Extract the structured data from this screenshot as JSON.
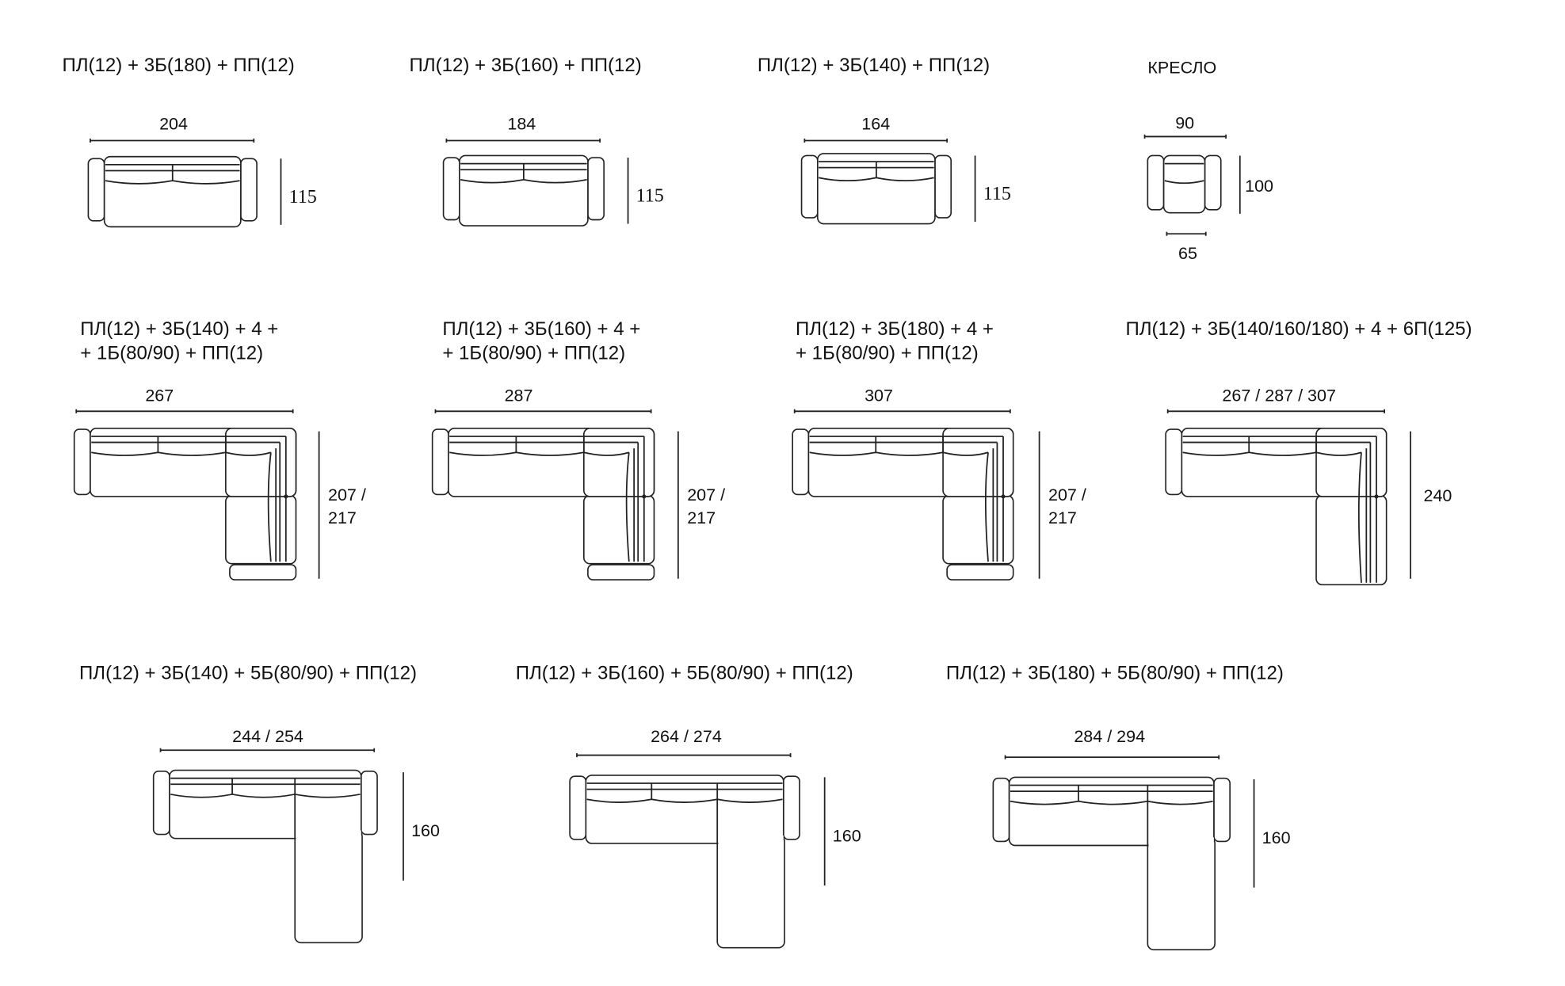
{
  "row1": [
    {
      "title": "ПЛ(12) + 3Б(180) + ПП(12)",
      "width": "204",
      "depth": "115"
    },
    {
      "title": "ПЛ(12) + 3Б(160) + ПП(12)",
      "width": "184",
      "depth": "115"
    },
    {
      "title": "ПЛ(12) + 3Б(140) + ПП(12)",
      "width": "164",
      "depth": "115"
    }
  ],
  "armchair": {
    "title": "КРЕСЛО",
    "width": "90",
    "depth": "100",
    "seat_width": "65"
  },
  "row2": [
    {
      "title_line1": "ПЛ(12) + 3Б(140) + 4 +",
      "title_line2": "+ 1Б(80/90) + ПП(12)",
      "width": "267",
      "depth_line1": "207 /",
      "depth_line2": "217"
    },
    {
      "title_line1": "ПЛ(12) + 3Б(160) + 4 +",
      "title_line2": "+ 1Б(80/90) + ПП(12)",
      "width": "287",
      "depth_line1": "207 /",
      "depth_line2": "217"
    },
    {
      "title_line1": "ПЛ(12) + 3Б(180) + 4 +",
      "title_line2": "+ 1Б(80/90) + ПП(12)",
      "width": "307",
      "depth_line1": "207 /",
      "depth_line2": "217"
    },
    {
      "title_line1": "ПЛ(12) + 3Б(140/160/180) + 4 + 6П(125)",
      "title_line2": "",
      "width": "267 / 287 / 307",
      "depth_line1": "240",
      "depth_line2": ""
    }
  ],
  "row3": [
    {
      "title": "ПЛ(12) + 3Б(140) + 5Б(80/90) + ПП(12)",
      "width": "244 / 254",
      "depth": "160"
    },
    {
      "title": "ПЛ(12) + 3Б(160) + 5Б(80/90) + ПП(12)",
      "width": "264 / 274",
      "depth": "160"
    },
    {
      "title": "ПЛ(12) + 3Б(180) + 5Б(80/90) + ПП(12)",
      "width": "284 / 294",
      "depth": "160"
    }
  ]
}
